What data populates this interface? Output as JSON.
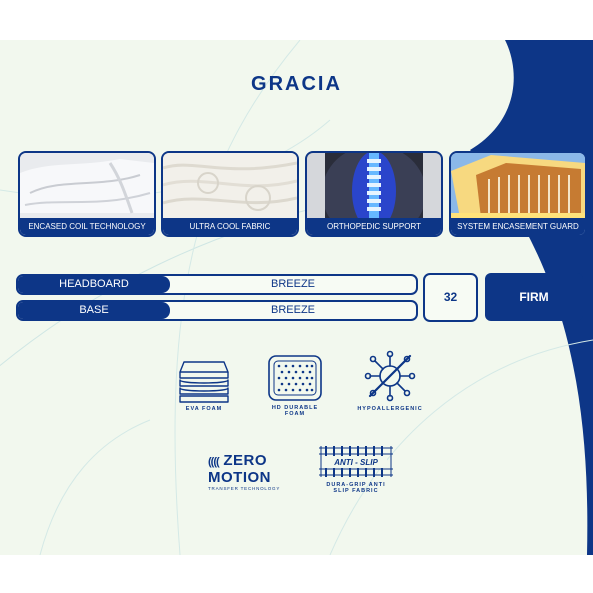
{
  "title": "GRACIA",
  "features": [
    {
      "label": "ENCASED COIL TECHNOLOGY"
    },
    {
      "label": "ULTRA COOL FABRIC"
    },
    {
      "label": "ORTHOPEDIC SUPPORT"
    },
    {
      "label": "SYSTEM ENCASEMENT GUARD"
    }
  ],
  "specs": [
    {
      "label": "HEADBOARD",
      "value": "BREEZE"
    },
    {
      "label": "BASE",
      "value": "BREEZE"
    }
  ],
  "thickness": "32",
  "firmness": "FIRM",
  "icons": [
    {
      "icon": "eva-foam-icon",
      "caption": "EVA FOAM"
    },
    {
      "icon": "hd-foam-icon",
      "caption_line1": "HD DURABLE",
      "caption_line2": "FOAM"
    },
    {
      "icon": "hypoallergenic-icon",
      "caption": "HYPOALLERGENIC"
    }
  ],
  "zero_motion": {
    "line1": "ZERO",
    "line2": "MOTION",
    "sub": "TRANSFER TECHNOLOGY"
  },
  "anti_slip": {
    "label": "ANTI - SLIP",
    "caption_line1": "DURA-GRIP ANTI",
    "caption_line2": "SLIP FABRIC"
  },
  "colors": {
    "brand": "#0d3687",
    "background": "#f2f8ee"
  }
}
